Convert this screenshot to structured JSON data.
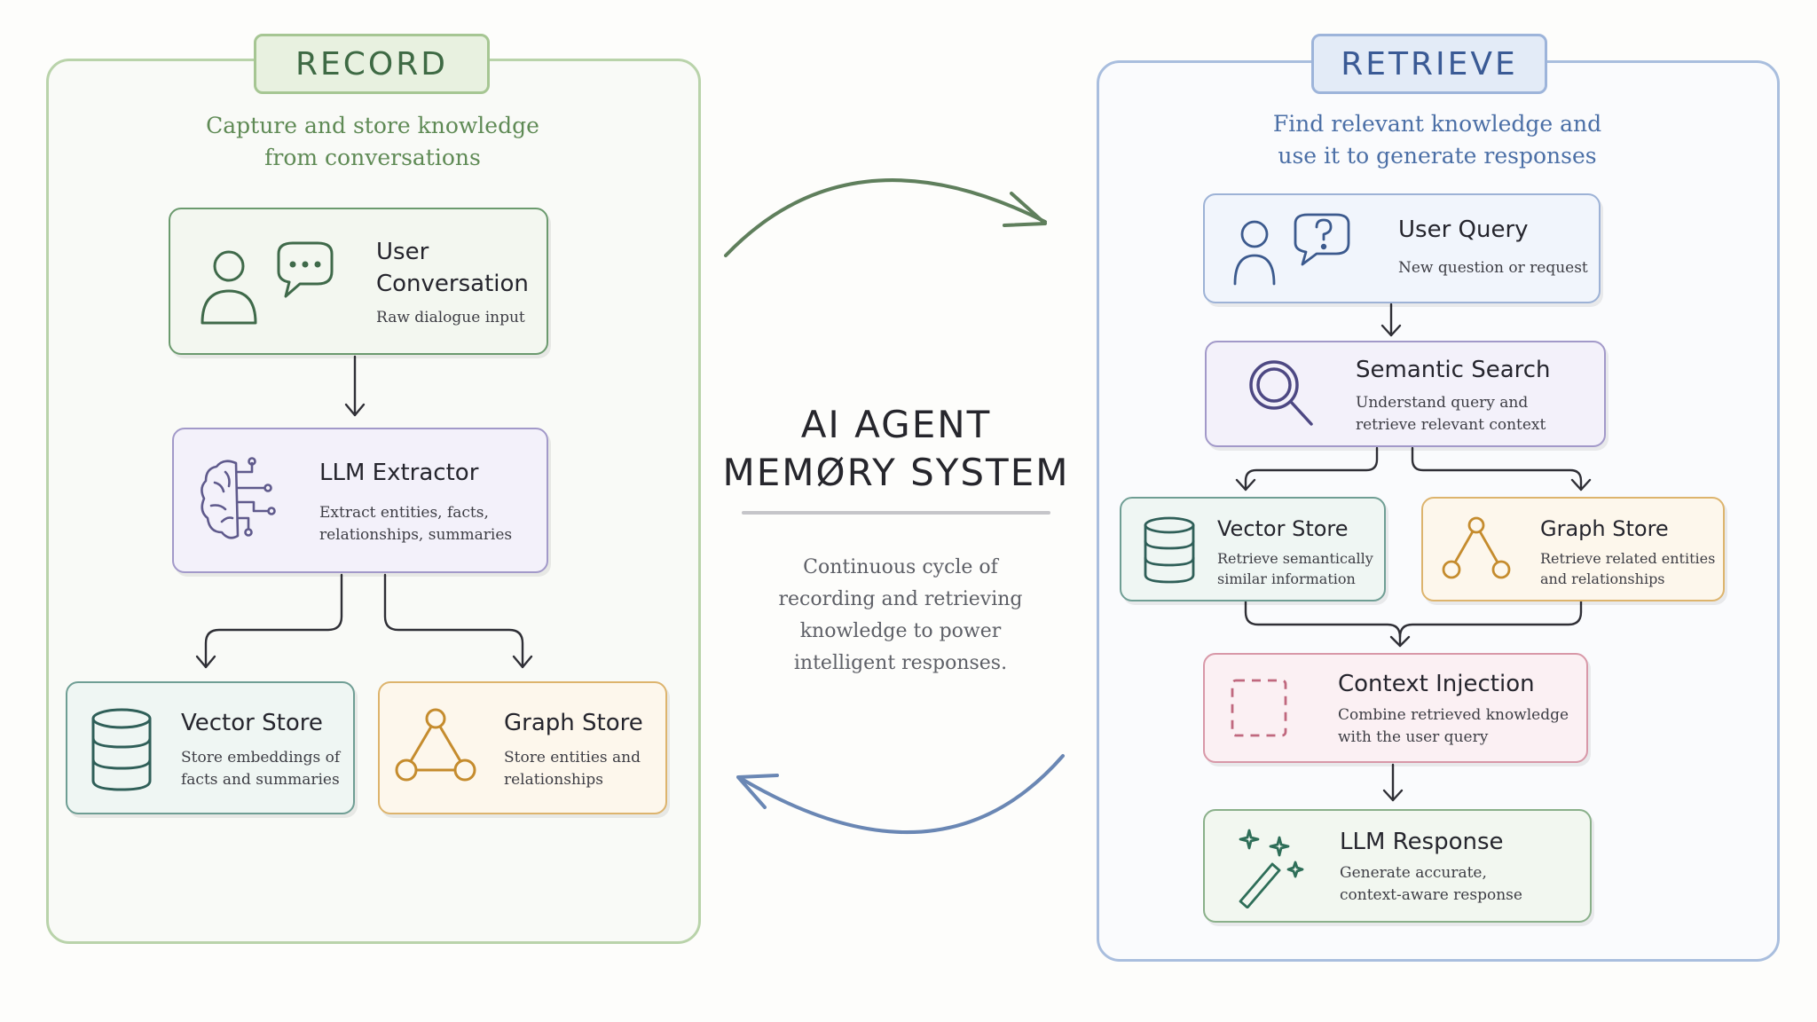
{
  "record": {
    "tag": "RECORD",
    "subtitle": [
      "Capture and store knowledge",
      "from conversations"
    ],
    "user_conversation": {
      "title": [
        "User",
        "Conversation"
      ],
      "desc": [
        "Raw dialogue input"
      ]
    },
    "llm_extractor": {
      "title": "LLM Extractor",
      "desc": [
        "Extract entities, facts,",
        "relationships, summaries"
      ]
    },
    "vector_store": {
      "title": "Vector Store",
      "desc": [
        "Store embeddings of",
        "facts and summaries"
      ]
    },
    "graph_store": {
      "title": "Graph Store",
      "desc": [
        "Store entities and",
        "relationships"
      ]
    }
  },
  "center": {
    "title": [
      "AI AGENT",
      "MEMØRY SYSTEM"
    ],
    "desc": [
      "Continuous cycle of",
      "recording and retrieving",
      "knowledge to power",
      "intelligent responses."
    ]
  },
  "retrieve": {
    "tag": "RETRIEVE",
    "subtitle": [
      "Find relevant knowledge and",
      "use it to generate responses"
    ],
    "user_query": {
      "title": "User Query",
      "desc": [
        "New question or request"
      ]
    },
    "semantic_search": {
      "title": "Semantic Search",
      "desc": [
        "Understand query and",
        "retrieve relevant context"
      ]
    },
    "vector_store": {
      "title": "Vector Store",
      "desc": [
        "Retrieve semantically",
        "similar information"
      ]
    },
    "graph_store": {
      "title": "Graph Store",
      "desc": [
        "Retrieve related entities",
        "and relationships"
      ]
    },
    "context_injection": {
      "title": "Context Injection",
      "desc": [
        "Combine retrieved knowledge",
        "with the user query"
      ]
    },
    "llm_response": {
      "title": "LLM Response",
      "desc": [
        "Generate accurate,",
        "context-aware response"
      ]
    }
  },
  "colors": {
    "record_accent": "#3e6a44",
    "retrieve_accent": "#3a5a95",
    "cycle_arrow_top": "#5f7f5c",
    "cycle_arrow_bottom": "#6a87b4"
  }
}
